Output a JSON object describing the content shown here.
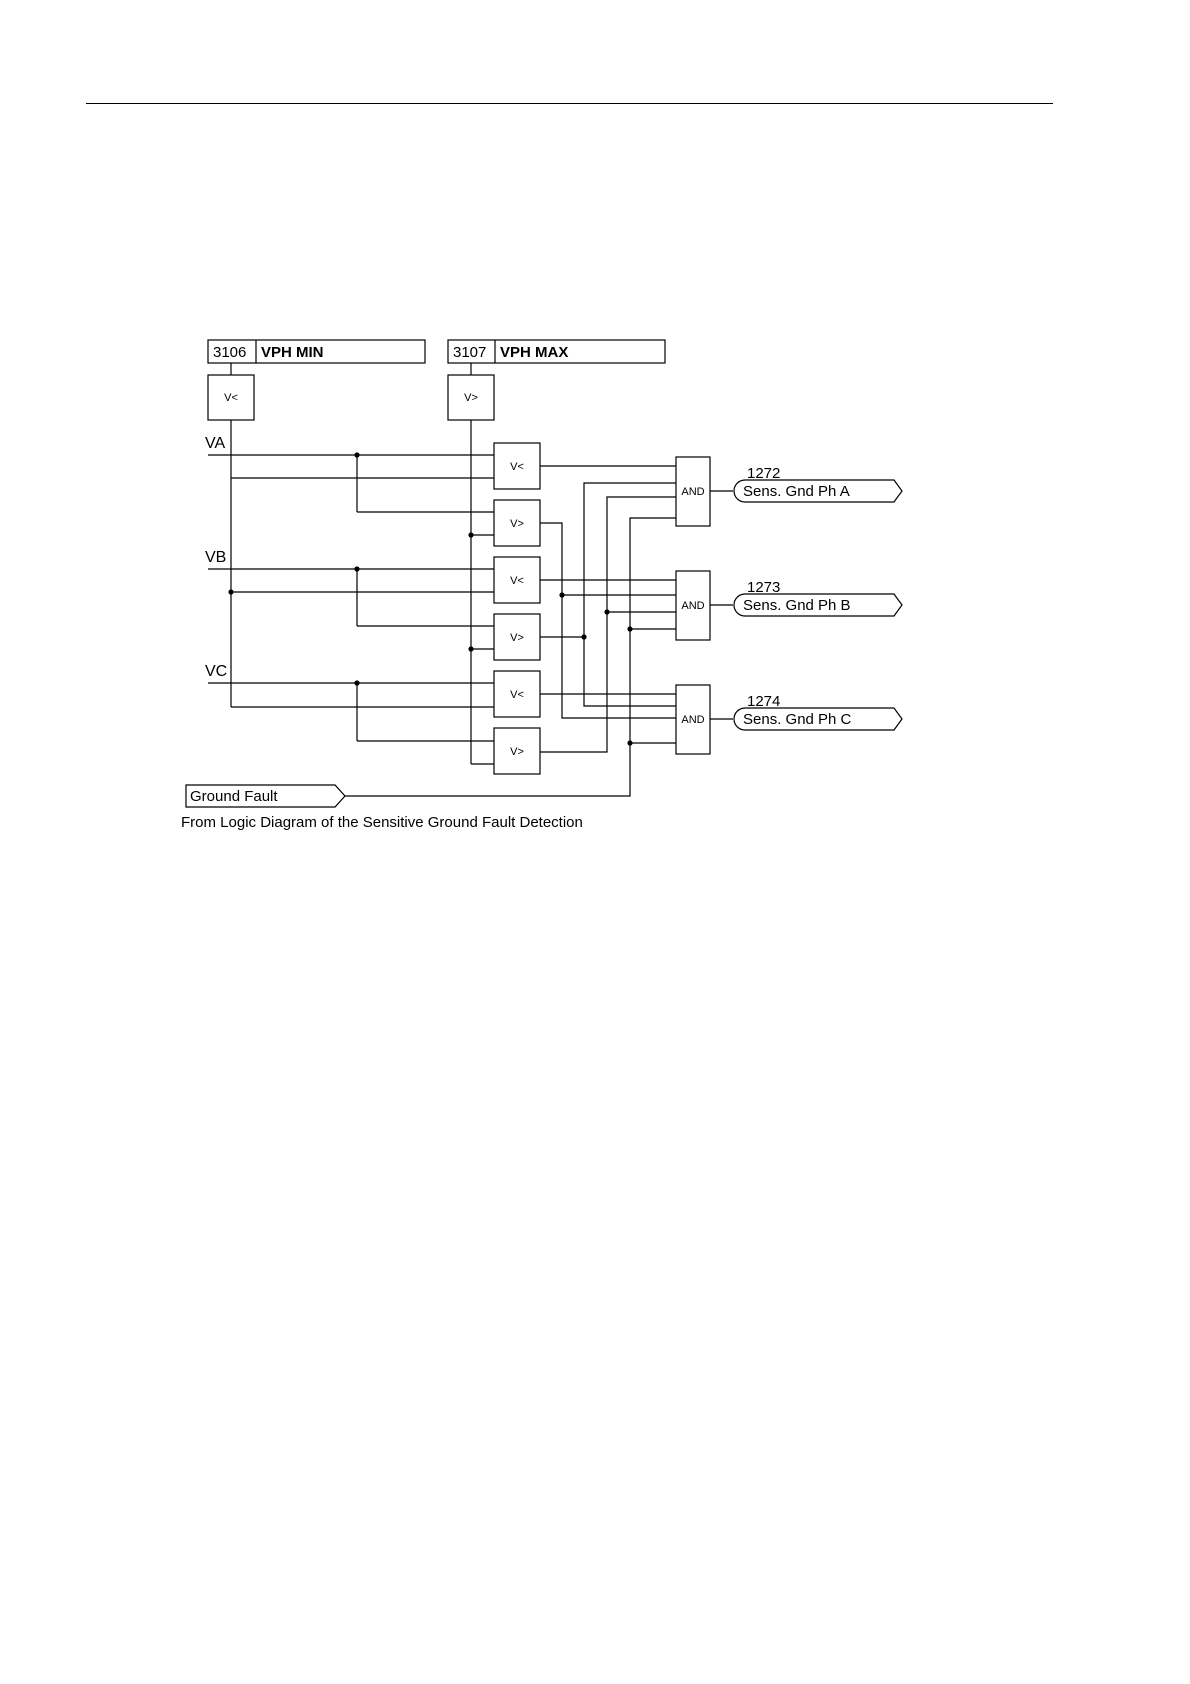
{
  "diagram": {
    "params": [
      {
        "id": "param-min",
        "number": "3106",
        "name": "VPH MIN",
        "comparator": "V<"
      },
      {
        "id": "param-max",
        "number": "3107",
        "name": "VPH MAX",
        "comparator": "V>"
      }
    ],
    "phases": [
      {
        "label": "VA",
        "output_number": "1272",
        "output_label": "Sens. Gnd Ph A"
      },
      {
        "label": "VB",
        "output_number": "1273",
        "output_label": "Sens. Gnd Ph B"
      },
      {
        "label": "VC",
        "output_number": "1274",
        "output_label": "Sens. Gnd Ph C"
      }
    ],
    "comparator_under": "V<",
    "comparator_over": "V>",
    "gate_label": "AND",
    "input_label": "Ground Fault",
    "caption": "From Logic Diagram of the Sensitive Ground Fault Detection"
  }
}
